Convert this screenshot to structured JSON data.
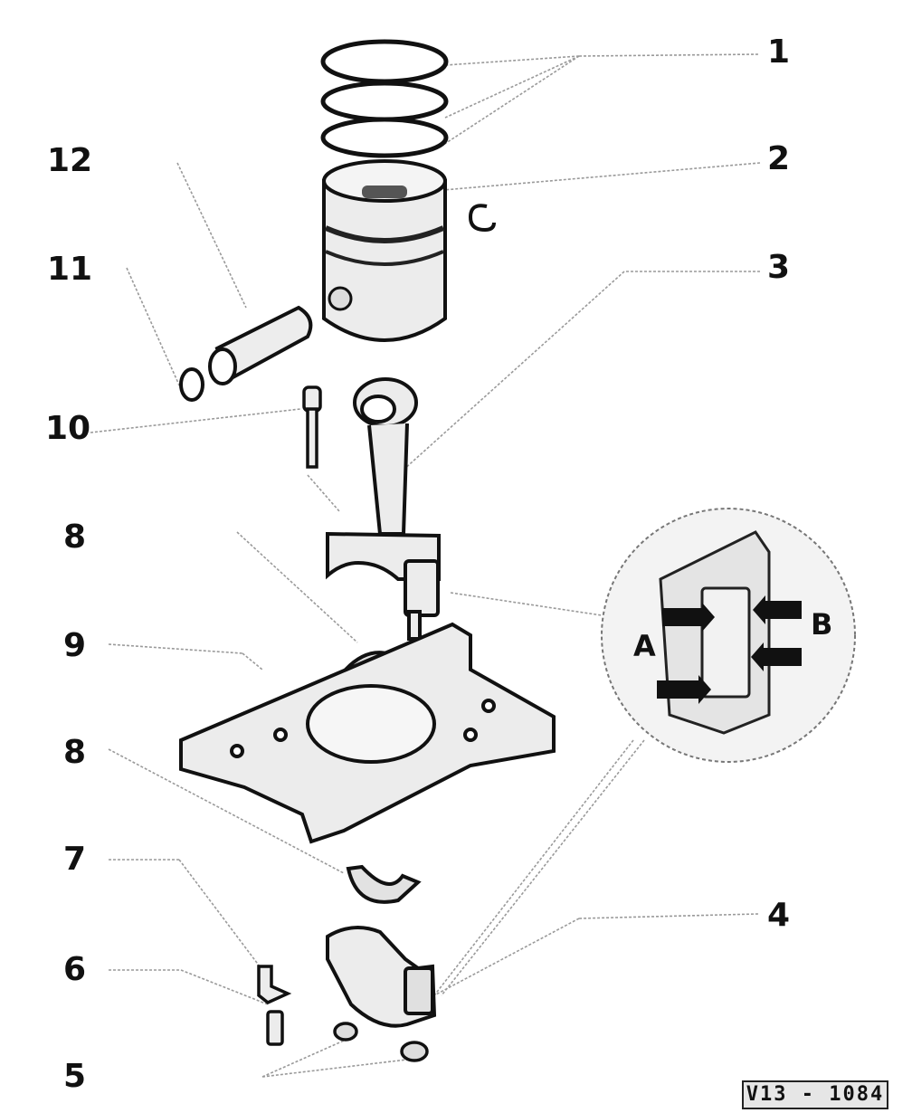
{
  "callouts": {
    "c1": "1",
    "c2": "2",
    "c3": "3",
    "c4": "4",
    "c5": "5",
    "c6": "6",
    "c7": "7",
    "c8a": "8",
    "c8b": "8",
    "c9": "9",
    "c10": "10",
    "c11": "11",
    "c12": "12"
  },
  "detail_letters": {
    "a": "A",
    "b": "B"
  },
  "reference_code": "V13 - 1084",
  "colors": {
    "ink": "#111111",
    "leader": "#9a9a9a",
    "fill": "#e8e8e8",
    "arrow": "#111111"
  }
}
